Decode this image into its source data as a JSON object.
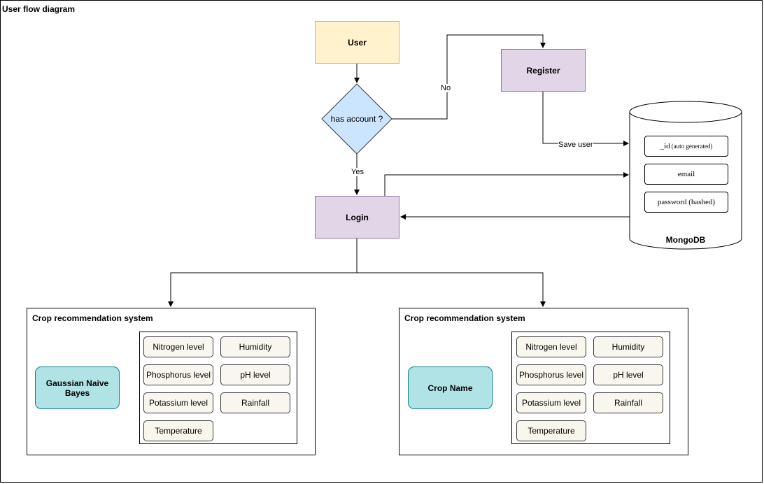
{
  "diagram": {
    "title": "User flow diagram",
    "nodes": {
      "user": "User",
      "decision": "has account ?",
      "register": "Register",
      "login": "Login"
    },
    "edge_labels": {
      "no": "No",
      "yes": "Yes",
      "save_user": "Save user"
    },
    "database": {
      "label": "MongoDB",
      "fields": [
        {
          "name": "_id",
          "note": "(auto generated)"
        },
        {
          "name": "email",
          "note": ""
        },
        {
          "name": "password (hashed)",
          "note": ""
        }
      ]
    },
    "systems": [
      {
        "title": "Crop recommendation system",
        "model": "Gaussian Naive Bayes",
        "features": [
          "Nitrogen level",
          "Humidity",
          "Phosphorus level",
          "pH level",
          "Potassium level",
          "Rainfall",
          "Temperature"
        ]
      },
      {
        "title": "Crop recommendation system",
        "model": "Crop Name",
        "features": [
          "Nitrogen level",
          "Humidity",
          "Phosphorus level",
          "pH level",
          "Potassium level",
          "Rainfall",
          "Temperature"
        ]
      }
    ],
    "colors": {
      "user_fill": "#fff2cc",
      "decision_fill": "#cce5ff",
      "purple_fill": "#e1d5e7",
      "teal_fill": "#b0e3e6",
      "feature_fill": "#f9f7ed"
    }
  }
}
